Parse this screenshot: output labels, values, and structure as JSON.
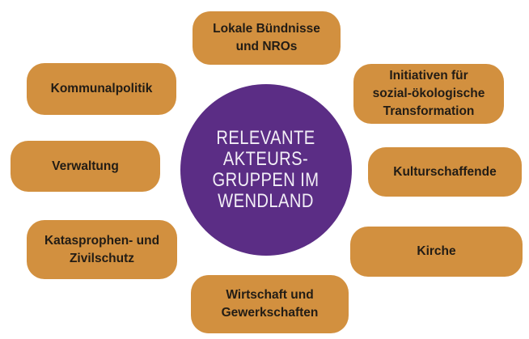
{
  "diagram": {
    "center": {
      "title": "RELEVANTE\nAKTEURS-\nGRUPPEN IM\nWENDLAND",
      "circle_color": "#5b2d85",
      "text_color": "#f2eef6"
    },
    "node_color": "#d2903f",
    "node_text_color": "#221c15",
    "nodes": [
      {
        "id": "lokale-buendnisse-und-nros",
        "label": "Lokale Bündnisse\nund NROs",
        "position": "top"
      },
      {
        "id": "kommunalpolitik",
        "label": "Kommunalpolitik",
        "position": "top-left"
      },
      {
        "id": "initiativen-sozial-oekologische-transformation",
        "label": "Initiativen für\nsozial-ökologische\nTransformation",
        "position": "top-right"
      },
      {
        "id": "verwaltung",
        "label": "Verwaltung",
        "position": "left"
      },
      {
        "id": "kulturschaffende",
        "label": "Kulturschaffende",
        "position": "right"
      },
      {
        "id": "katasprophen-und-zivilschutz",
        "label": "Katasprophen- und\nZivilschutz",
        "position": "bottom-left"
      },
      {
        "id": "kirche",
        "label": "Kirche",
        "position": "bottom-right"
      },
      {
        "id": "wirtschaft-und-gewerkschaften",
        "label": "Wirtschaft und\nGewerkschaften",
        "position": "bottom"
      }
    ]
  }
}
